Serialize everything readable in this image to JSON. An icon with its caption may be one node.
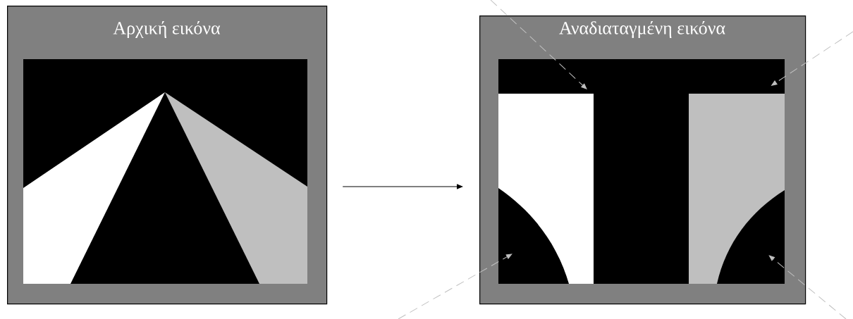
{
  "diagram": {
    "nodes": [
      {
        "text": [
          "Αρχική εικόνα"
        ]
      },
      {
        "text": [
          "Αναδιαταγμένη εικόνα"
        ]
      },
      {
        "text": [],
        "shape": "picture",
        "in": 0
      },
      {
        "text": [],
        "shape": "picture",
        "in": 1
      }
    ],
    "edges": [
      {
        "from": 0,
        "to": 1,
        "arrow": "to",
        "color": "#000000"
      },
      {
        "from": null,
        "to": 3,
        "arrow": "to",
        "style": "dashed",
        "color": "#c0c0c0"
      },
      {
        "from": null,
        "to": 3,
        "arrow": "to",
        "style": "dashed",
        "color": "#c0c0c0"
      },
      {
        "from": null,
        "to": 3,
        "arrow": "to",
        "style": "dashed",
        "color": "#c0c0c0"
      },
      {
        "from": null,
        "to": 3,
        "arrow": "to",
        "style": "dashed",
        "color": "#c0c0c0"
      }
    ]
  }
}
